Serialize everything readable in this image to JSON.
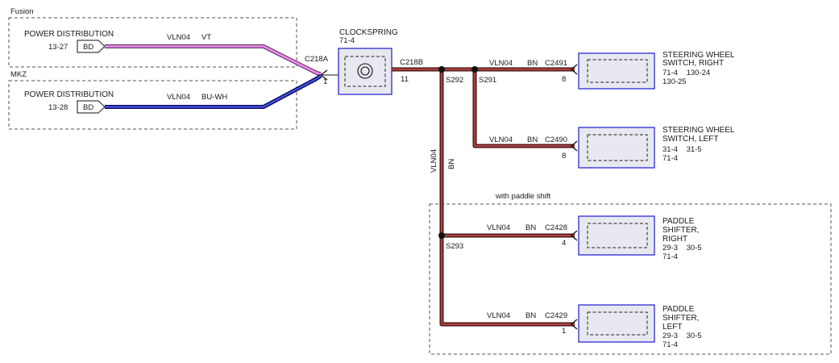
{
  "regions": {
    "fusion": "Fusion",
    "mkz": "MKZ",
    "paddle": "with paddle shift"
  },
  "sources": [
    {
      "title": "POWER DISTRIBUTION",
      "page": "13-27",
      "connector": "BD",
      "circuit": "VLN04",
      "color": "VT",
      "wire_hex": "#ee8fee"
    },
    {
      "title": "POWER DISTRIBUTION",
      "page": "13-28",
      "connector": "BD",
      "circuit": "VLN04",
      "color": "BU-WH",
      "wire_hex": "#5a6cff"
    }
  ],
  "clockspring": {
    "title": "CLOCKSPRING",
    "page": "71-4",
    "connector_a": "C218A",
    "pin_a": "1",
    "connector_b": "C218B",
    "pin_b": "11"
  },
  "trunk": {
    "circuit": "VLN04",
    "color": "BN",
    "wire_hex": "#b04040"
  },
  "splices": [
    "S292",
    "S291",
    "S293"
  ],
  "loads": [
    {
      "line1": "STEERING WHEEL",
      "line2": "SWITCH, RIGHT",
      "line3": "",
      "refs1": "71-4    130-24",
      "refs2": "130-25",
      "connector": "C2491",
      "pin": "8",
      "circuit": "VLN04",
      "color": "BN"
    },
    {
      "line1": "STEERING WHEEL",
      "line2": "SWITCH, LEFT",
      "line3": "",
      "refs1": "31-4    31-5",
      "refs2": "71-4",
      "connector": "C2490",
      "pin": "8",
      "circuit": "VLN04",
      "color": "BN"
    },
    {
      "line1": "PADDLE",
      "line2": "SHIFTER,",
      "line3": "RIGHT",
      "refs1": "29-3    30-5",
      "refs2": "71-4",
      "connector": "C2428",
      "pin": "4",
      "circuit": "VLN04",
      "color": "BN"
    },
    {
      "line1": "PADDLE",
      "line2": "SHIFTER,",
      "line3": "LEFT",
      "refs1": "29-3    30-5",
      "refs2": "71-4",
      "connector": "C2429",
      "pin": "1",
      "circuit": "VLN04",
      "color": "BN"
    }
  ]
}
